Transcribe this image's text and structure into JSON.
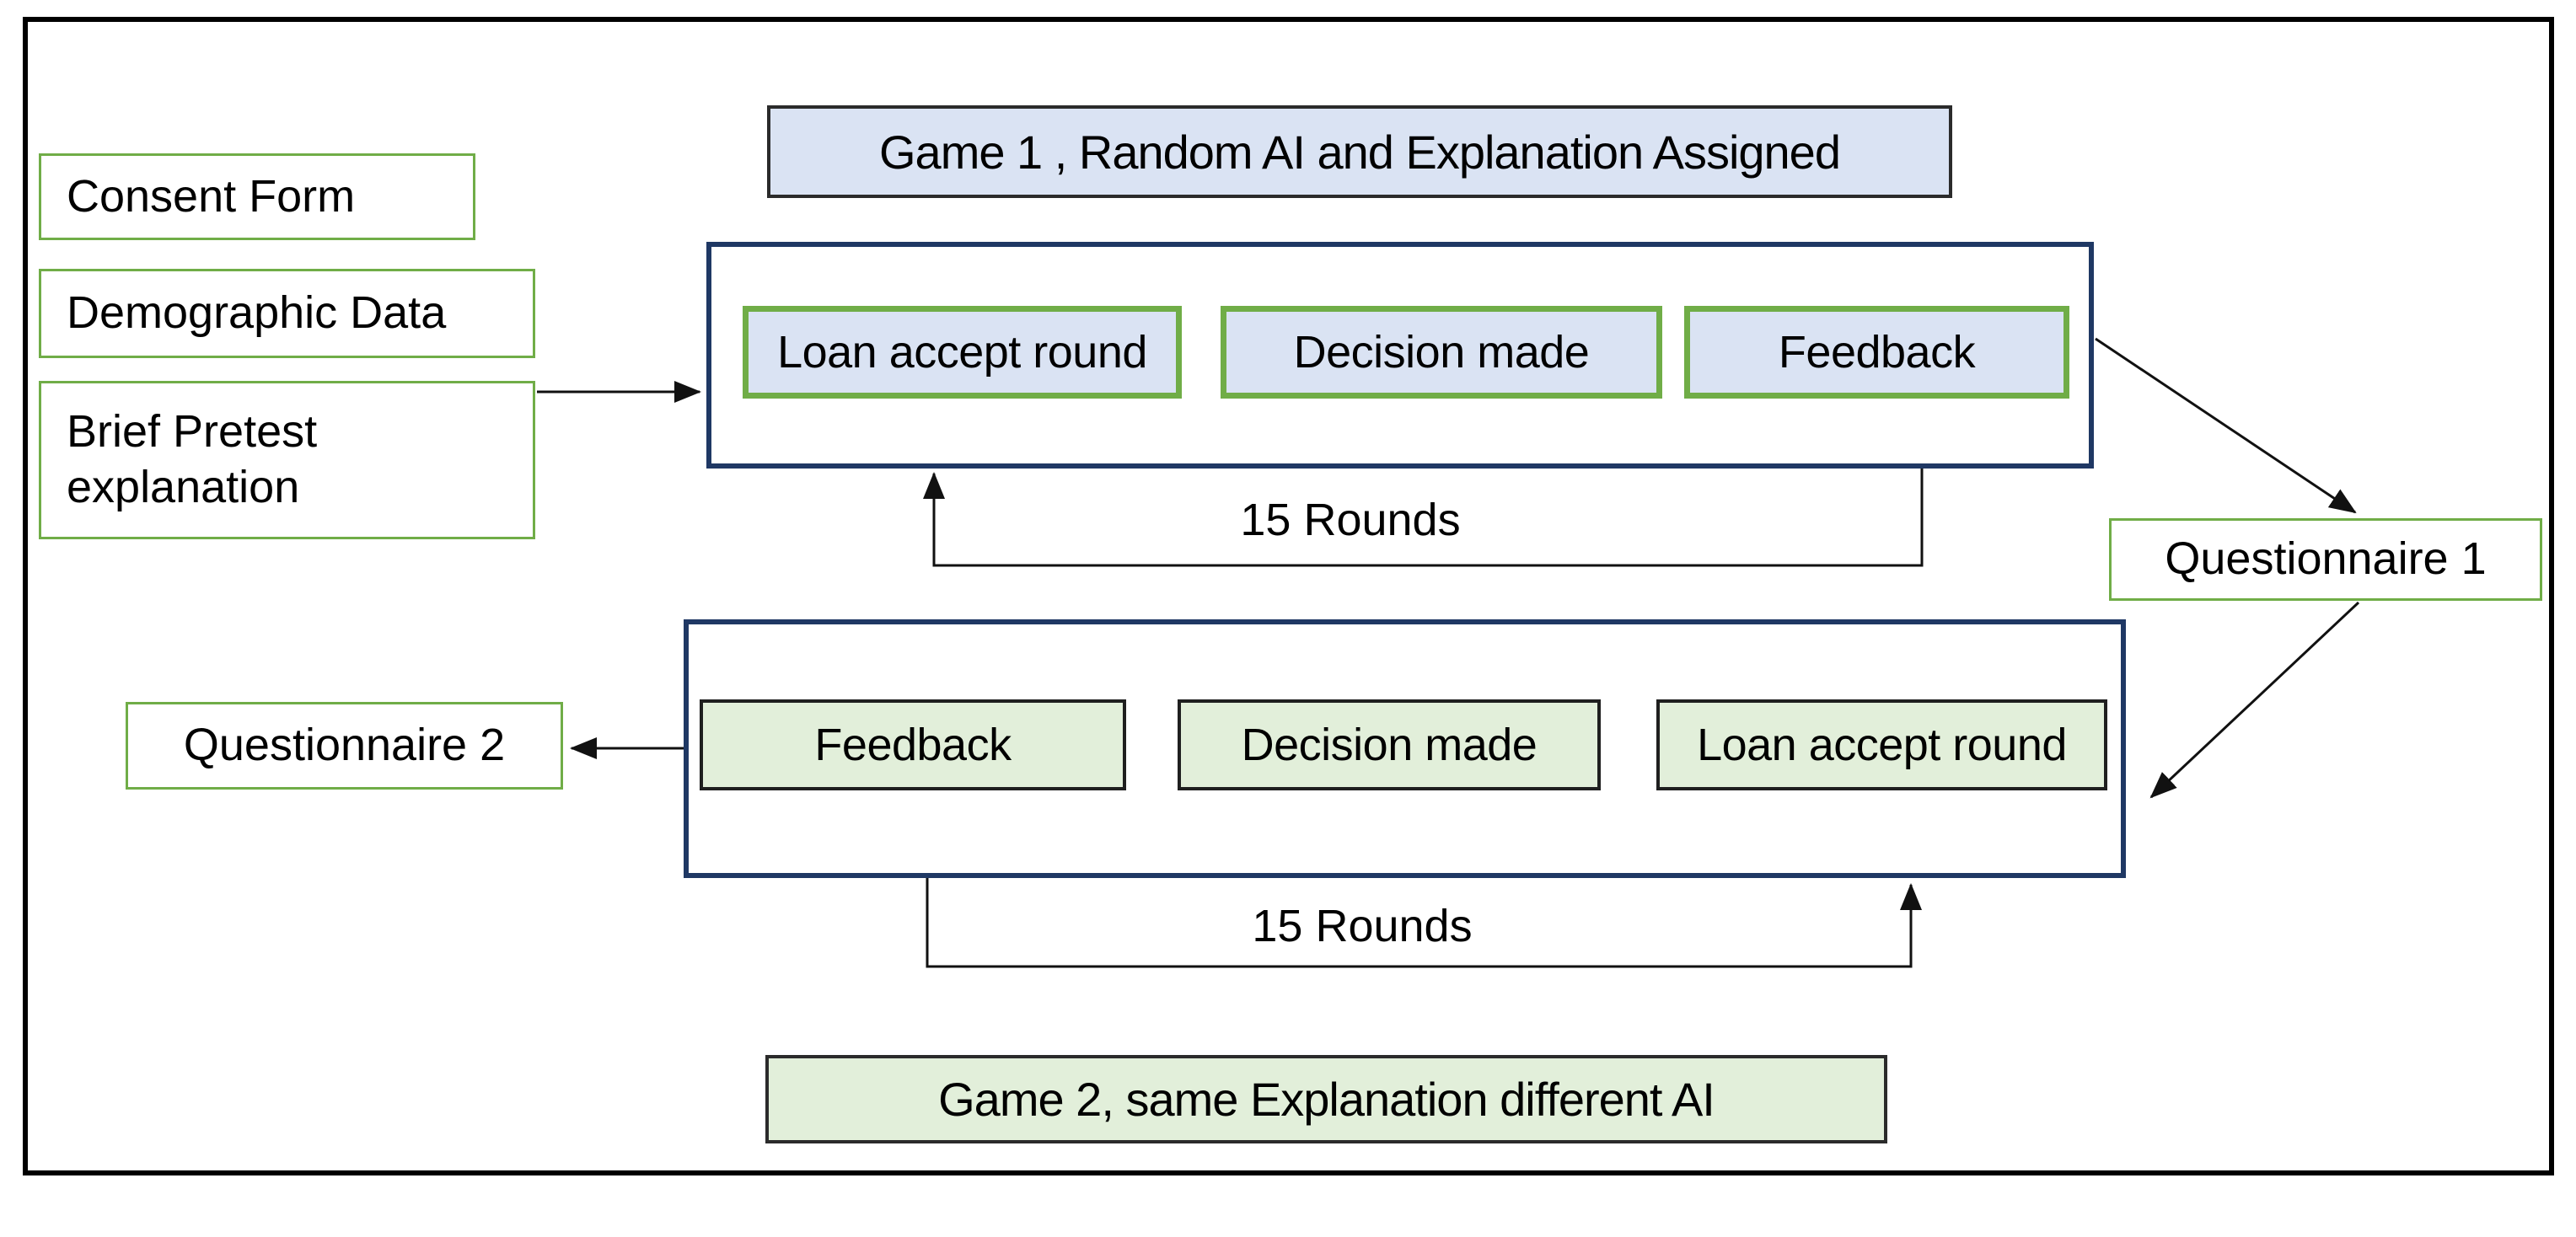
{
  "figure": {
    "colors": {
      "light_blue_fill": "#DAE3F3",
      "light_green_fill": "#E2EFDA",
      "green_border": "#70AD47",
      "navy_border": "#1F3864",
      "line_black": "#000000"
    },
    "pre_steps": {
      "consent": "Consent Form",
      "demographic": "Demographic Data",
      "pretest": "Brief Pretest explanation"
    },
    "game1": {
      "banner": "Game 1 , Random AI and Explanation Assigned",
      "steps": [
        "Loan accept round",
        "Decision made",
        "Feedback"
      ],
      "loop_label": "15 Rounds"
    },
    "questionnaire1": {
      "label": "Questionnaire 1"
    },
    "game2": {
      "banner": "Game 2, same Explanation different AI",
      "steps": [
        "Feedback",
        "Decision made",
        "Loan accept round"
      ],
      "loop_label": "15 Rounds"
    },
    "questionnaire2": {
      "label": "Questionnaire 2"
    }
  }
}
